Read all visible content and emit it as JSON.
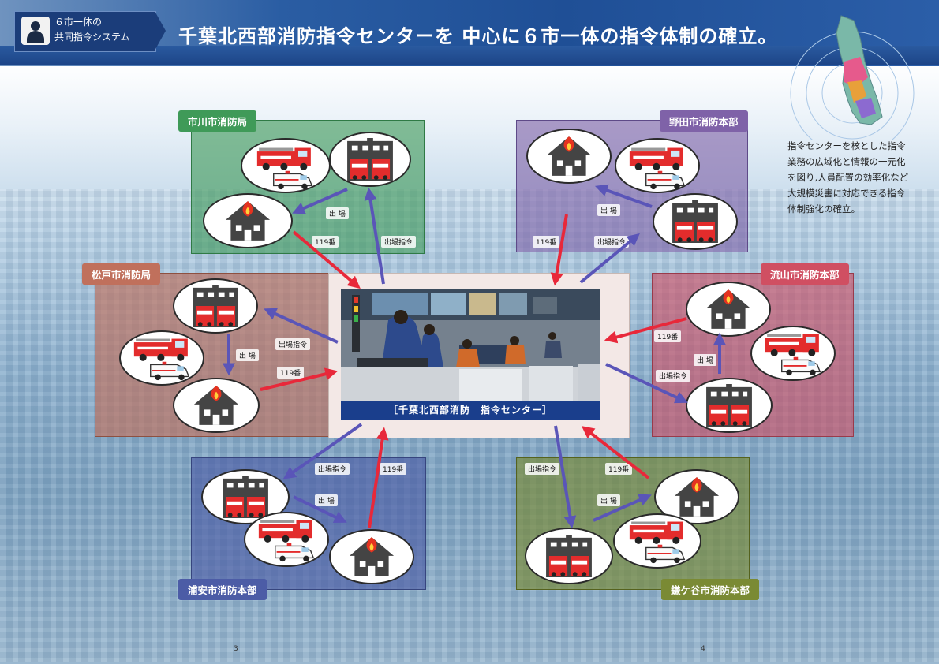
{
  "header": {
    "badge_line1": "６市一体の",
    "badge_line2": "共同指令システム",
    "headline": "千葉北西部消防指令センターを 中心に６市一体の指令体制の確立。"
  },
  "description": "指令センターを核とした指令\n業務の広域化と情報の一元化\nを図り,人員配置の効率化など\n大規模災害に対応できる指令\n体制強化の確立。",
  "center": {
    "caption": "［千葉北西部消防　指令センター］"
  },
  "labels": {
    "dispatch": "出 場",
    "dispatch_order": "出場指令",
    "call_119": "119番"
  },
  "departments": {
    "ichikawa": "市川市消防局",
    "noda": "野田市消防本部",
    "matsudo": "松戸市消防局",
    "nagareyama": "流山市消防本部",
    "urayasu": "浦安市消防本部",
    "kamagaya": "鎌ケ谷市消防本部"
  },
  "colors": {
    "ichikawa": "#3f9a58",
    "noda": "#7f62a8",
    "matsudo": "#c0705c",
    "nagareyama": "#d04f62",
    "urayasu": "#4c5ca6",
    "kamagaya": "#7a8a34",
    "arrow_red": "#e8283a",
    "arrow_blue": "#5a55b8"
  },
  "pages": {
    "left": "3",
    "right": "4"
  }
}
